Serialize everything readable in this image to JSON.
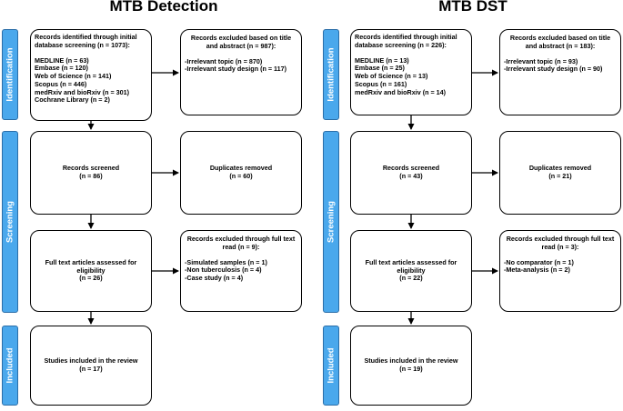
{
  "panels": [
    {
      "title": "MTB Detection",
      "stages": [
        "Identification",
        "Screening",
        "Included"
      ],
      "identified": {
        "header": "Records identified through initial\ndatabase screening (n = 1073):",
        "items": [
          "MEDLINE (n = 63)",
          "Embase (n = 120)",
          "Web of Science (n = 141)",
          "Scopus (n = 446)",
          "medRxiv and bioRxiv (n = 301)",
          "Cochrane Library (n = 2)"
        ]
      },
      "excluded_title": {
        "header": "Records excluded based on title\nand abstract (n = 987):",
        "items": [
          "-Irrelevant topic (n = 870)",
          "-Irrelevant study design (n = 117)"
        ]
      },
      "screened": "Records screened\n(n = 86)",
      "duplicates": "Duplicates removed\n(n = 60)",
      "fulltext": "Full text articles assessed for\neligibility\n(n = 26)",
      "excluded_full": {
        "header": "Records excluded through full text\nread (n = 9):",
        "items": [
          "-Simulated samples (n = 1)",
          "-Non tuberculosis (n = 4)",
          "-Case study (n = 4)"
        ]
      },
      "included": "Studies included in the review\n(n = 17)"
    },
    {
      "title": "MTB DST",
      "stages": [
        "Identification",
        "Screening",
        "Included"
      ],
      "identified": {
        "header": "Records identified through initial\ndatabase screening (n = 226):",
        "items": [
          "MEDLINE (n = 13)",
          "Embase (n = 25)",
          "Web of Science (n = 13)",
          "Scopus (n = 161)",
          "medRxiv and bioRxiv (n = 14)"
        ]
      },
      "excluded_title": {
        "header": "Records excluded based on title\nand abstract (n = 183):",
        "items": [
          "-Irrelevant topic (n = 93)",
          "-Irrelevant study design (n = 90)"
        ]
      },
      "screened": "Records screened\n(n = 43)",
      "duplicates": "Duplicates removed\n(n = 21)",
      "fulltext": "Full text articles assessed for\neligibility\n(n = 22)",
      "excluded_full": {
        "header": "Records excluded through full text\nread (n = 3):",
        "items": [
          "-No comparator (n = 1)",
          "-Meta-analysis (n = 2)"
        ]
      },
      "included": "Studies included in the review\n(n = 19)"
    }
  ]
}
